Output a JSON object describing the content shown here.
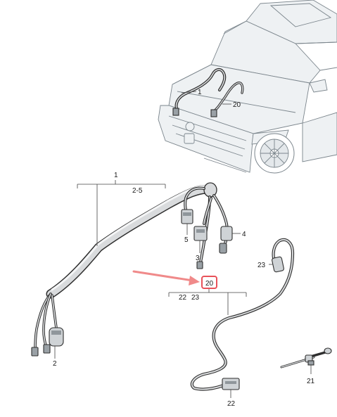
{
  "callouts": {
    "car_1": "1",
    "car_20": "20",
    "c1": "1",
    "c2_5": "2-5",
    "c2": "2",
    "c3": "3",
    "c4": "4",
    "c5": "5",
    "c20": "20",
    "c22_a": "22",
    "c23_a": "23",
    "c23_b": "23",
    "c21": "21",
    "c22_b": "22"
  },
  "colors": {
    "highlight_box": "#e8525a",
    "arrow": "#f08a8a",
    "harness_outline": "#2e2e2e",
    "car_line": "#7b858c"
  },
  "highlight": {
    "target_callout": "20"
  }
}
